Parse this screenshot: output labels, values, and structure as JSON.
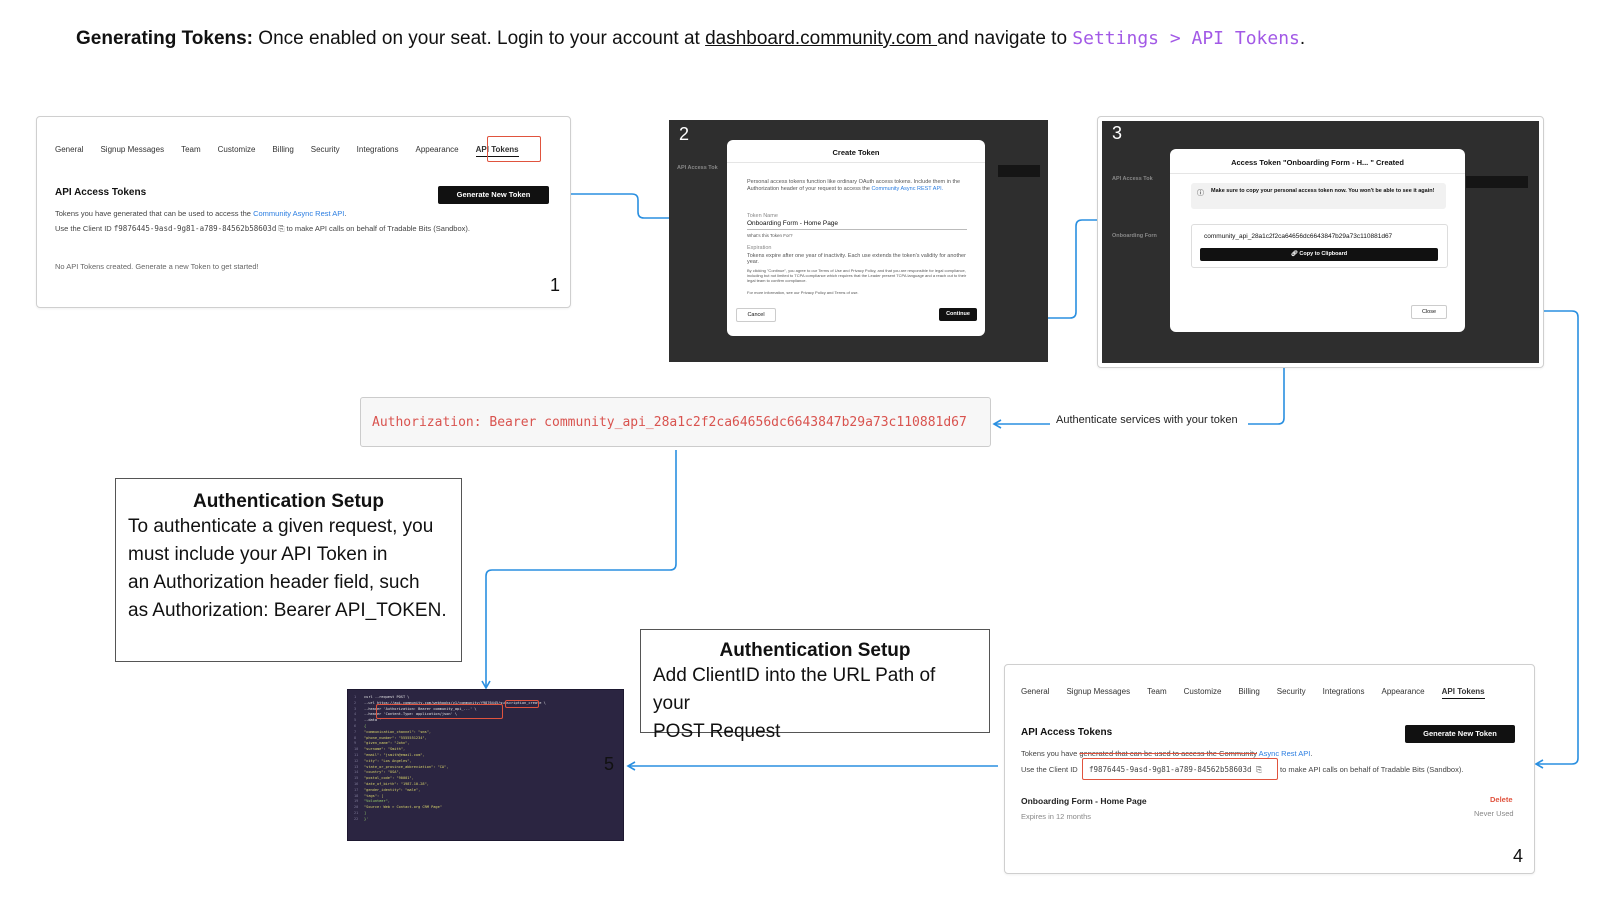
{
  "headline": {
    "bold": "Generating Tokens:",
    "text1": " Once enabled on your seat. Login to your account at ",
    "link": "dashboard.community.com ",
    "text2": "and navigate to ",
    "code": "Settings > API Tokens",
    "text3": "."
  },
  "tabs": [
    "General",
    "Signup Messages",
    "Team",
    "Customize",
    "Billing",
    "Security",
    "Integrations",
    "Appearance",
    "API Tokens"
  ],
  "step1": {
    "number": "1",
    "title": "API Access Tokens",
    "button": "Generate New Token",
    "desc_prefix": "Tokens you have generated that can be used to access the ",
    "desc_link": "Community Async Rest API",
    "desc_suffix": ".",
    "client_prefix": "Use the Client ID ",
    "client_id": "f9876445-9asd-9g81-a789-84562b58603d",
    "client_suffix": " to make API calls on behalf of Tradable Bits (Sandbox).",
    "empty": "No API Tokens created. Generate a new Token to get started!"
  },
  "step2": {
    "number": "2",
    "modal_title": "Create Token",
    "intro": "Personal access tokens function like ordinary OAuth access tokens. Include them in the Authorization header of your request to access the",
    "intro_link": "Community Async REST API.",
    "token_name_label": "Token Name",
    "token_name_value": "Onboarding Form - Home Page",
    "token_name_hint": "What's this Token For?",
    "expiration_label": "Expiration",
    "expiration_text": "Tokens expire after one year of inactivity. Each use extends the token's validity for another year.",
    "legal": "By clicking \"Continue\", you agree to our Terms of Use and Privacy Policy, and that you are responsible for legal compliance, including but not limited to TCPA compliance which requires that the Leader present TCPA language and a reach out to their legal team to confirm compliance.",
    "more_info": "For more information, see our Privacy Policy and Terms of use.",
    "cancel": "Cancel",
    "continue": "Continue",
    "bg_label": "API Access Tok"
  },
  "step3": {
    "number": "3",
    "modal_title": "Access Token \"Onboarding Form - H... \" Created",
    "warning": "Make sure to copy your personal access token now. You won't be able to see it again!",
    "token": "community_api_28a1c2f2ca64656dc6643847b29a73c110881d67",
    "copy": "Copy to Clipboard",
    "close": "Close",
    "bg_label1": "API Access Tok",
    "bg_label2": "Onboarding Forn"
  },
  "auth_header": "Authorization: Bearer community_api_28a1c2f2ca64656dc6643847b29a73c110881d67",
  "auth_label": "Authenticate services with your token",
  "setup_left": {
    "title": "Authentication Setup",
    "lines": [
      "To authenticate a given request, you",
      "must include your API Token in",
      "an Authorization header field, such",
      "as Authorization: Bearer API_TOKEN."
    ]
  },
  "setup_right": {
    "title": "Authentication Setup",
    "lines": [
      "Add ClientID into the URL Path of your",
      "POST Request"
    ]
  },
  "step4": {
    "number": "4",
    "title": "API Access Tokens",
    "button": "Generate New Token",
    "desc_prefix": "Tokens you have ",
    "desc_strike": "generated that can be used to access the Community",
    "desc_link": " Async Rest API",
    "desc_suffix": ".",
    "client_prefix": "Use the Client ID",
    "client_id": "f9876445-9asd-9g81-a789-84562b58603d",
    "client_suffix": "to make API calls on behalf of Tradable Bits (Sandbox).",
    "token_name": "Onboarding Form - Home Page",
    "expires": "Expires in 12 months",
    "delete": "Delete",
    "never_used": "Never Used"
  },
  "step5": {
    "number": "5",
    "code_lines": [
      "curl --request POST \\",
      "  --url https://api.community.com/webhooks/v1/community/f9876445/subscription_create \\",
      "  --header 'Authorization: Bearer community_api_...' \\",
      "  --header 'Content-Type: application/json' \\",
      "  --data '",
      "{",
      "  \"communication_channel\": \"sms\",",
      "  \"phone_number\": \"5555551234\",",
      "  \"given_name\": \"John\",",
      "  \"surname\": \"Smith\",",
      "  \"email\": \"jsmith@email.com\",",
      "  \"city\": \"Los Angeles\",",
      "  \"state_or_province_abbreviation\": \"CA\",",
      "  \"country\": \"USA\",",
      "  \"postal_code\": \"90001\",",
      "  \"date_of_birth\": \"1987-10-28\",",
      "  \"gender_identity\": \"male\",",
      "  \"tags\": [",
      "    \"Volunteer\",",
      "    \"Source: Web > Contact.org CRM Page\"",
      "  ]",
      "}'"
    ]
  },
  "colors": {
    "arrow": "#2a8fe0",
    "accent_purple": "#a259e6",
    "highlight_red": "#e0533e",
    "auth_text": "#d9534f"
  }
}
